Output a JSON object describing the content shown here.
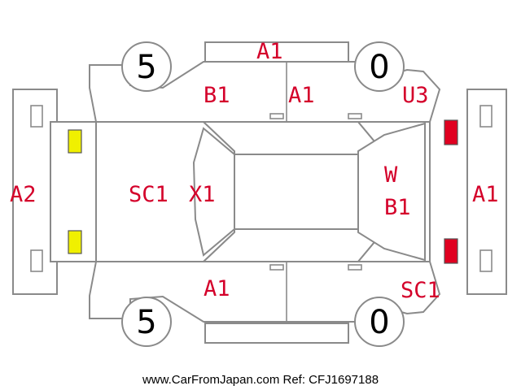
{
  "damage_codes": {
    "top_bumper": "A1",
    "left_bumper": "A2",
    "right_bumper": "A1",
    "left_front_door": "B1",
    "left_rear_door": "A1",
    "right_rear_quarter": "U3",
    "hood": "SC1",
    "windshield": "X1",
    "rear_window_w": "W",
    "rear_window_b": "B1",
    "right_front_door": "A1",
    "right_rear_door": "SC1"
  },
  "tread_depths": {
    "front_left": "5",
    "rear_left": "0",
    "front_right": "5",
    "rear_right": "0"
  },
  "markers": {
    "front_lights_color": "#f0f000",
    "rear_lights_color": "#e00020"
  },
  "footer": "www.CarFromJapan.com Ref: CFJ1697188"
}
